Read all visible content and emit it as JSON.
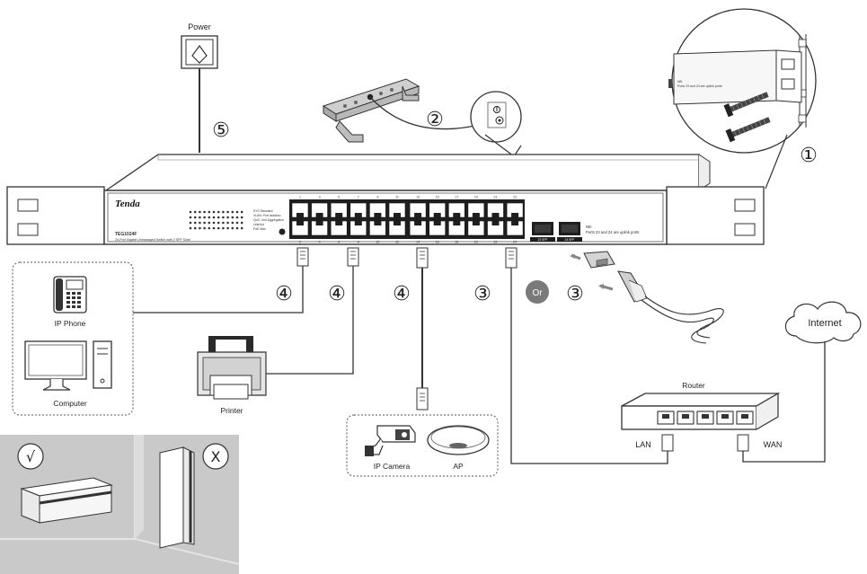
{
  "labels": {
    "power": "Power",
    "ip_phone": "IP Phone",
    "computer": "Computer",
    "printer": "Printer",
    "ip_camera": "IP Camera",
    "ap": "AP",
    "router": "Router",
    "lan": "LAN",
    "wan": "WAN",
    "internet": "Internet",
    "or": "Or"
  },
  "steps": {
    "s1": "①",
    "s2": "②",
    "s3a": "③",
    "s3b": "③",
    "s4a": "④",
    "s4b": "④",
    "s4c": "④",
    "s5": "⑤"
  },
  "orientation": {
    "correct": "√",
    "wrong": "X"
  },
  "device": {
    "brand": "Tenda",
    "model": "TEG1024F",
    "description": "24-Port Gigabit Unmanaged Switch with 2 SFP Slots",
    "note_title": "NB:",
    "note_text": "Ports 23 and 24 are uplink ports",
    "note_zoom_title": "NB:",
    "note_zoom_text": "Ports 23 and 24 are uplink ports",
    "led_legend": [
      "SYS Standard",
      "VLAN: Port Isolation",
      "QoS: Link Aggregation",
      "Link/Act",
      "PoE Max"
    ],
    "top_port_numbers": [
      "1",
      "3",
      "5",
      "7",
      "9",
      "11",
      "13",
      "15",
      "17",
      "19",
      "21",
      "23"
    ],
    "bottom_port_numbers": [
      "2",
      "4",
      "6",
      "8",
      "10",
      "12",
      "14",
      "16",
      "18",
      "20",
      "22",
      "24"
    ],
    "sfp_labels": [
      "23 SFP",
      "24 SFP"
    ]
  },
  "colors": {
    "line": "#2a2a2a",
    "badge": "#7a7a7a",
    "wall": "#c9c9c9"
  }
}
